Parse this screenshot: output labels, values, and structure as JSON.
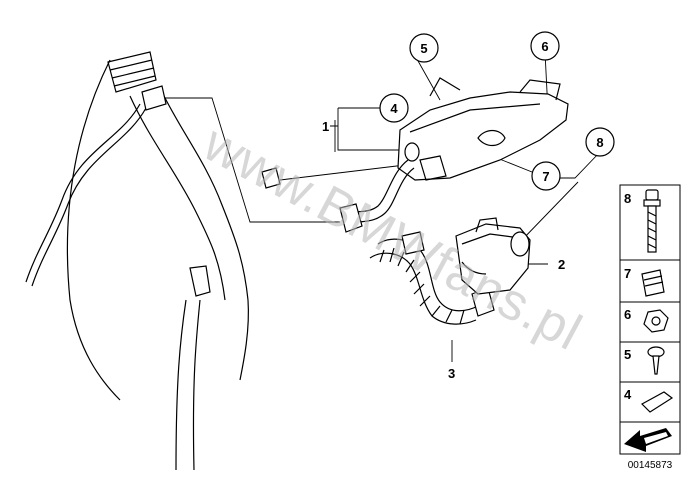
{
  "watermark": "www.BMWfans.pl",
  "doc_id": "00145873",
  "callouts": [
    "1",
    "2",
    "3",
    "4",
    "5",
    "6",
    "7",
    "8"
  ],
  "panel_labels": [
    "8",
    "7",
    "6",
    "5",
    "4"
  ]
}
